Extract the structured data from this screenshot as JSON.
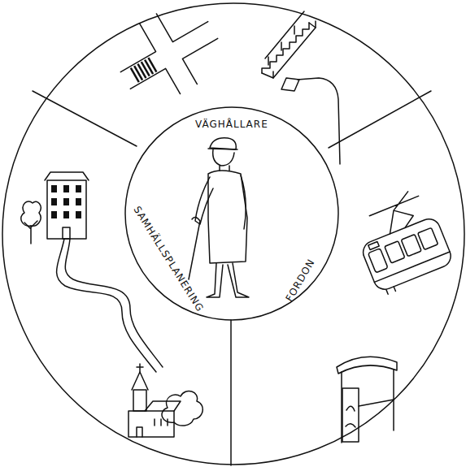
{
  "diagram": {
    "nodes": [
      {
        "text": [
          "VÄGHÅLLARE",
          "SAMHÄLLSPLANERING",
          "FORDON"
        ]
      }
    ]
  }
}
